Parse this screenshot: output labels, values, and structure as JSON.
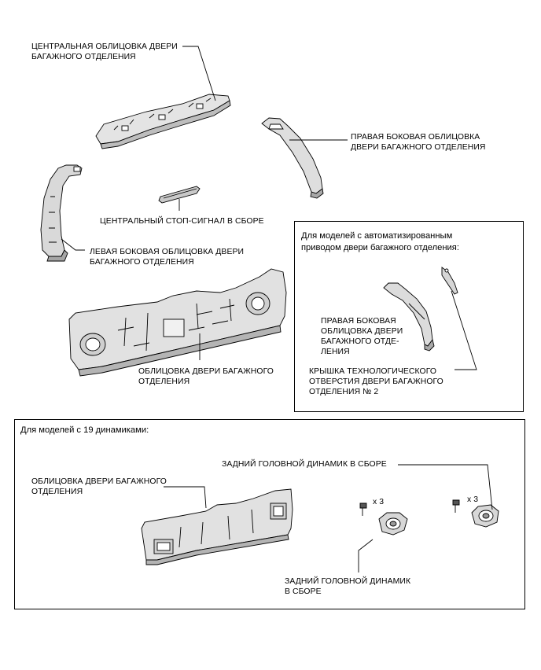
{
  "labels": {
    "center_trim": "ЦЕНТРАЛЬНАЯ ОБЛИЦОВКА ДВЕРИ\nБАГАЖНОГО ОТДЕЛЕНИЯ",
    "right_side_trim": "ПРАВАЯ БОКОВАЯ ОБЛИЦОВКА\nДВЕРИ БАГАЖНОГО ОТДЕЛЕНИЯ",
    "stop_lamp": "ЦЕНТРАЛЬНЫЙ СТОП-СИГНАЛ В СБОРЕ",
    "left_side_trim": "ЛЕВАЯ БОКОВАЯ ОБЛИЦОВКА ДВЕРИ\nБАГАЖНОГО ОТДЕЛЕНИЯ",
    "door_trim": "ОБЛИЦОВКА ДВЕРИ БАГАЖНОГО\nОТДЕЛЕНИЯ"
  },
  "power_box": {
    "header": "Для моделей с автоматизированным\nприводом двери багажного отделения:",
    "right_side_trim": "ПРАВАЯ БОКОВАЯ\nОБЛИЦОВКА ДВЕРИ\nБАГАЖНОГО ОТДЕ-\nЛЕНИЯ",
    "service_hole_cover": "КРЫШКА ТЕХНОЛОГИЧЕСКОГО\nОТВЕРСТИЯ ДВЕРИ БАГАЖНОГО\nОТДЕЛЕНИЯ № 2"
  },
  "speaker_box": {
    "header": "Для моделей с 19 динамиками:",
    "door_trim": "ОБЛИЦОВКА ДВЕРИ БАГАЖНОГО\nОТДЕЛЕНИЯ",
    "speaker_top": "ЗАДНИЙ ГОЛОВНОЙ ДИНАМИК В СБОРЕ",
    "speaker_bottom": "ЗАДНИЙ ГОЛОВНОЙ ДИНАМИК\nВ СБОРЕ",
    "qty_left": "x 3",
    "qty_right": "x 3"
  }
}
